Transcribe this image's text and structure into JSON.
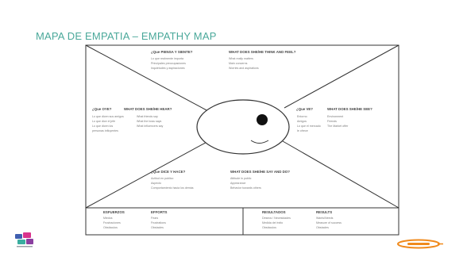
{
  "page": {
    "title": "MAPA DE EMPATIA – EMPATHY MAP"
  },
  "think_feel": {
    "heading_es": "¿Que PIENSA Y SIENTE?",
    "heading_en": "WHAT DOES SHE/HE THINK AND FEEL?",
    "items_es": [
      "Lo que realmente importa",
      "Principales preocupaciones",
      "Inquietudes y aspiraciones"
    ],
    "items_en": [
      "What really matters",
      "Main concerns",
      "Worries and aspirations"
    ]
  },
  "hear": {
    "heading_es": "¿Que OYE?",
    "heading_en": "WHAT DOES SHE/HE HEAR?",
    "items_es": [
      "Lo que dicen sus amigos",
      "Lo que dice el jefe",
      "Lo que dicen los",
      "personas influyentes"
    ],
    "items_en": [
      "What friends say",
      "What the boss says",
      "What influencers say"
    ]
  },
  "see": {
    "heading_es": "¿Que VE?",
    "heading_en": "WHAT DOES SHE/HE SEE?",
    "items_es": [
      "Entorno",
      "Amigos",
      "Lo que el mercado",
      "le ofrece"
    ],
    "items_en": [
      "Environment",
      "Friends",
      "The Market offer"
    ]
  },
  "say_do": {
    "heading_es": "¿Que DICE Y HACE?",
    "heading_en": "WHAT DOES SHE/HE SAY AND DO?",
    "items_es": [
      "Actitud en publico",
      "Aspecto",
      "Comportamiento hacia los demás"
    ],
    "items_en": [
      "Attitude in public",
      "Appearance",
      "Behavior towards others"
    ]
  },
  "bottom": {
    "pains_es": "ESFUERZOS",
    "pains_en": "EFFORTS",
    "pains_items_es": [
      "Miedos",
      "Frustraciones",
      "Obstáculos"
    ],
    "pains_items_en": [
      "Fears",
      "Frustrations",
      "Obstacles"
    ],
    "gains_es": "RESULTADOS",
    "gains_en": "RESULTS",
    "gains_items_es": [
      "Deseos / Necesidades",
      "Medida del éxito",
      "Obstáculos"
    ],
    "gains_items_en": [
      "Wants/Needs",
      "Measure of success",
      "Obstacles"
    ]
  },
  "colors": {
    "title": "#4aa89a",
    "lines": "#333333",
    "logo_pink": "#d9338c",
    "logo_teal": "#3aaea0",
    "logo_blue": "#3f5fb0",
    "logo_orange": "#f08a1c"
  }
}
